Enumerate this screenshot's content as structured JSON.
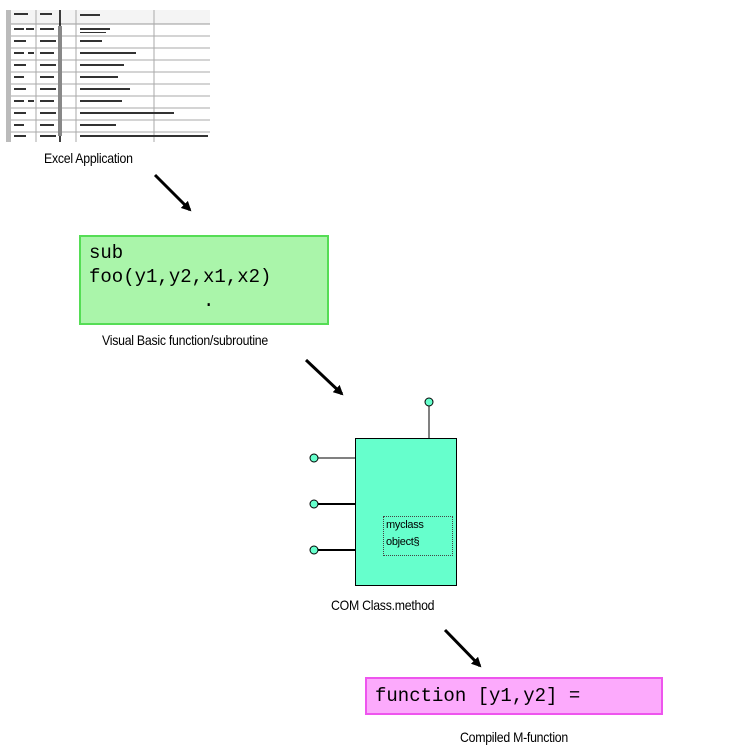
{
  "captions": {
    "excel": "Excel Application",
    "vb": "Visual Basic function/subroutine",
    "com": "COM Class.method",
    "mfunction": "Compiled M-function"
  },
  "vb_code": {
    "line1": "sub",
    "line2": "foo(y1,y2,x1,x2)",
    "line3": "          ."
  },
  "com_object": {
    "line1": "myclass",
    "line2": "object§"
  },
  "mfunction_code": "function [y1,y2] =",
  "colors": {
    "vb_fill": "#aaf5aa",
    "vb_border": "#55dd55",
    "com_fill": "#66ffcc",
    "port_fill": "#66ffcc",
    "mfunc_fill": "#fcaafc",
    "mfunc_border": "#ee55ee"
  }
}
